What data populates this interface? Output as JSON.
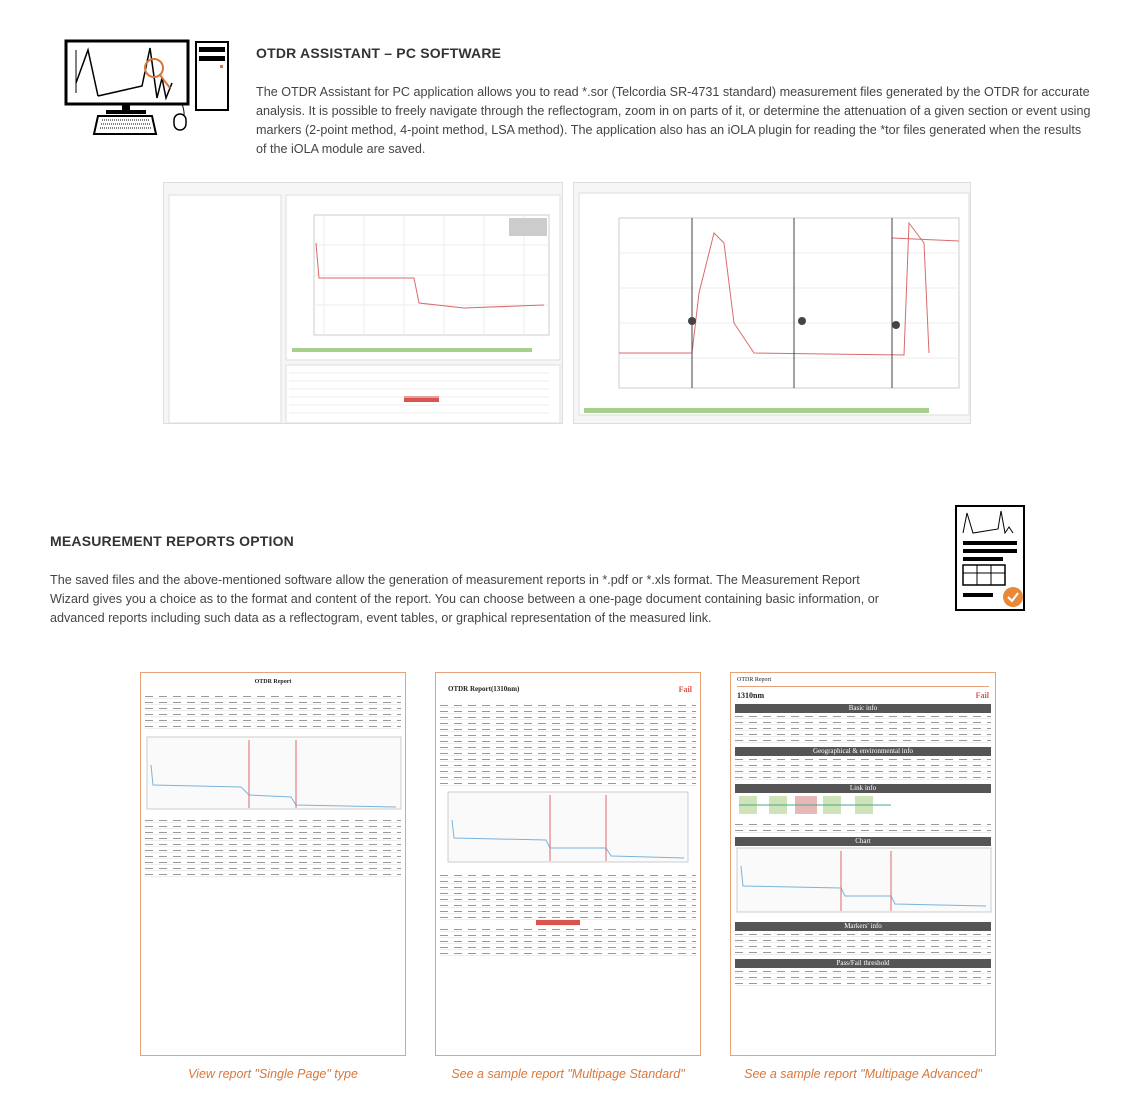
{
  "otdr_section": {
    "title": "OTDR ASSISTANT – PC SOFTWARE",
    "description": "The OTDR Assistant for PC application allows you to read *.sor (Telcordia SR-4731 standard) measurement files generated by the OTDR for accurate analysis. It is possible to freely navigate through the reflectogram, zoom in on parts of it, or determine the attenuation of a given section or event using markers (2-point method, 4-point method, LSA method). The application also has an iOLA plugin for reading the *tor files generated when the results of the iOLA module are saved."
  },
  "reports_section": {
    "title": "MEASUREMENT REPORTS OPTION",
    "description": "The saved files and the above-mentioned software allow the generation of measurement reports in *.pdf or *.xls format. The Measurement Report Wizard gives you a choice as to the format and content of the report. You can choose between a one-page document containing basic information, or advanced reports including such data as a reflectogram, event tables, or graphical representation of the measured link."
  },
  "reports": [
    {
      "title": "OTDR Report",
      "caption": "View report \"Single Page\" type"
    },
    {
      "title": "OTDR Report(1310nm)",
      "status": "Fail",
      "caption": "See a sample report \"Multipage Standard\""
    },
    {
      "title": "OTDR Report",
      "wavelength": "1310nm",
      "status": "Fail",
      "sections": [
        "Basic info",
        "Geographical & environmental info",
        "Link info",
        "Chart",
        "Markers' info",
        "Pass/Fail threshold"
      ],
      "caption": "See a sample report \"Multipage Advanced\""
    }
  ],
  "colors": {
    "accent": "#d9773a",
    "trace": "#d96b6b"
  }
}
